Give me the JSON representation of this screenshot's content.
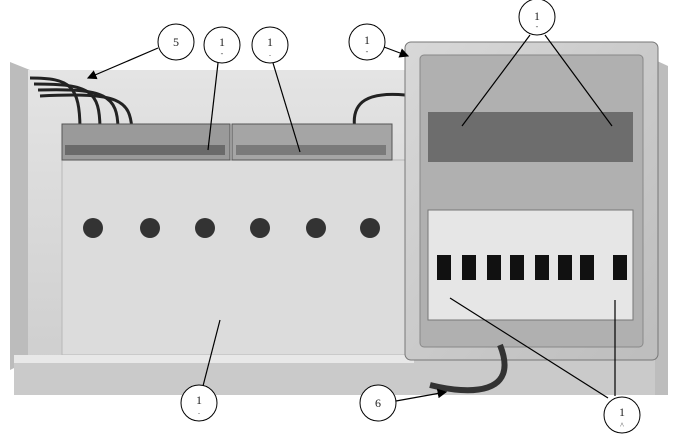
{
  "figure": {
    "callouts": [
      {
        "label": "5",
        "sub": ""
      },
      {
        "label": "1",
        "sub": "-"
      },
      {
        "label": "1",
        "sub": "."
      },
      {
        "label": "1",
        "sub": "-"
      },
      {
        "label": "1",
        "sub": "-"
      },
      {
        "label": "1",
        "sub": "."
      },
      {
        "label": "6",
        "sub": ""
      },
      {
        "label": "1",
        "sub": "^"
      }
    ]
  }
}
